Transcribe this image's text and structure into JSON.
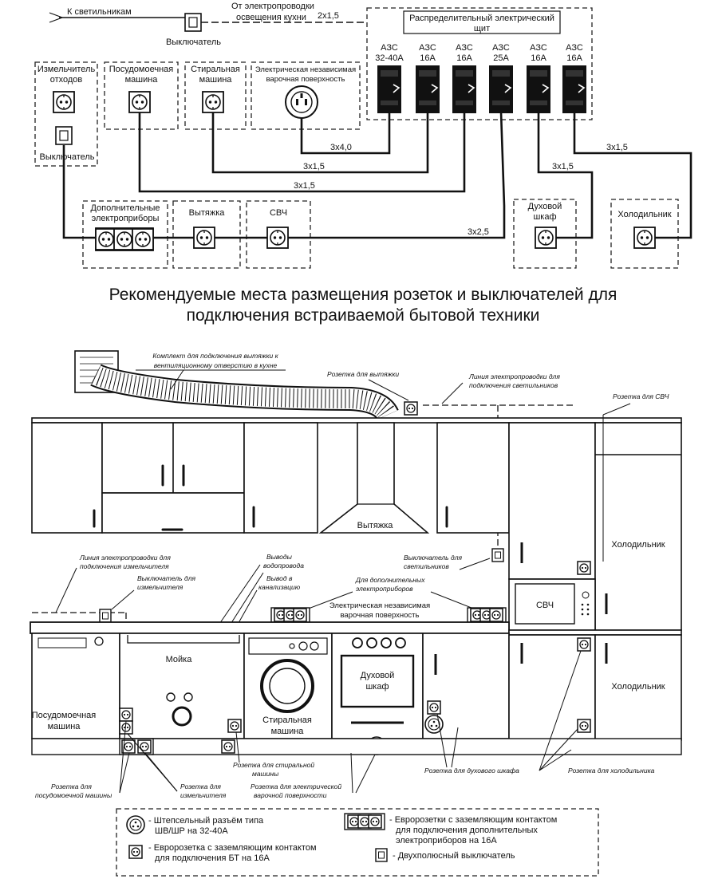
{
  "wiring": {
    "to_lights": "К светильникам",
    "switch_label": "Выключатель",
    "from_kitchen_lighting": [
      "От электропроводки",
      "освещения кухни"
    ],
    "cable_2x15": "2х1,5",
    "panel_title": [
      "Распределительный электрический",
      "щит"
    ],
    "breakers": [
      {
        "name": "АЗС",
        "rating": "32-40А"
      },
      {
        "name": "АЗС",
        "rating": "16А"
      },
      {
        "name": "АЗС",
        "rating": "16А"
      },
      {
        "name": "АЗС",
        "rating": "25А"
      },
      {
        "name": "АЗС",
        "rating": "16А"
      },
      {
        "name": "АЗС",
        "rating": "16А"
      }
    ],
    "shredder": [
      "Измельчитель",
      "отходов"
    ],
    "shredder_switch": "Выключатель",
    "dishwasher": [
      "Посудомоечная",
      "машина"
    ],
    "washer": [
      "Стиральная",
      "машина"
    ],
    "hob": [
      "Электрическая независимая",
      "варочная поверхность"
    ],
    "cables": [
      "3х4,0",
      "3х1,5",
      "3х1,5",
      "3х1,5",
      "3х1,5",
      "3х2,5"
    ],
    "extra": [
      "Дополнительные",
      "электроприборы"
    ],
    "hood": "Вытяжка",
    "microwave": "СВЧ",
    "oven": [
      "Духовой",
      "шкаф"
    ],
    "fridge": "Холодильник"
  },
  "heading": [
    "Рекомендуемые места размещения розеток и выключателей для",
    "подключения встраиваемой бытовой техники"
  ],
  "kitchen": {
    "hood_kit": [
      "Комплект для подключения вытяжки к",
      "вентиляционному отверстию в кухне"
    ],
    "hood_socket": "Розетка для вытяжки",
    "lighting_line": [
      "Линия электропроводки для",
      "подключения светильников"
    ],
    "mw_socket": "Розетка для СВЧ",
    "hood_label": "Вытяжка",
    "fridge_label": "Холодильник",
    "fridge_label2": "Холодильник",
    "microwave_label": "СВЧ",
    "shredder_line": [
      "Линия электропроводки для",
      "подключения измельчителя"
    ],
    "shredder_switch": [
      "Выключатель для",
      "измельчителя"
    ],
    "water_outlets": [
      "Выводы",
      "водопровода"
    ],
    "sewer_outlet": [
      "Вывод в",
      "канализацию"
    ],
    "extra_sockets": [
      "Для дополнительных",
      "электроприборов"
    ],
    "hob_label": [
      "Электрическая независимая",
      "варочная поверхность"
    ],
    "light_switch": [
      "Выключатель для",
      "светильников"
    ],
    "sink": "Мойка",
    "dishwasher": [
      "Посудомоечная",
      "машина"
    ],
    "washer": [
      "Стиральная",
      "машина"
    ],
    "oven": [
      "Духовой",
      "шкаф"
    ],
    "washer_socket": [
      "Розетка для стиральной",
      "машины"
    ],
    "hob_socket": [
      "Розетка для электрической",
      "варочной поверхности"
    ],
    "oven_socket": "Розетка для духового шкафа",
    "fridge_socket": "Розетка для холодильника",
    "dw_socket": [
      "Розетка для",
      "посудомоечной машины"
    ],
    "shredder_socket": [
      "Розетка для",
      "измельчителя"
    ]
  },
  "legend": {
    "plug": [
      "- Штепсельный разъём типа",
      "ШВ/ШР на 32-40А"
    ],
    "euro": [
      "- Евророзетка с заземляющим контактом",
      "для подключения БТ на 16А"
    ],
    "triple": [
      "- Евророзетки с заземляющим контактом",
      "для подключения дополнительных",
      "электроприборов на 16А"
    ],
    "switch": "- Двухполюсный выключатель"
  }
}
